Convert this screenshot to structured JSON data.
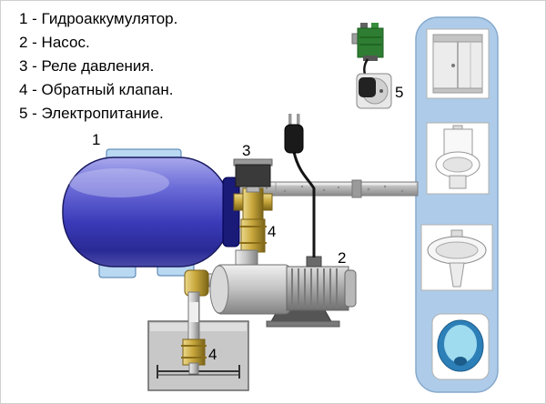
{
  "legend": {
    "items": [
      "1 - Гидроаккумулятор.",
      "2 - Насос.",
      "3 - Реле давления.",
      "4 - Обратный клапан.",
      "5 - Электропитание."
    ]
  },
  "diagram_labels": {
    "tank": "1",
    "pump": "2",
    "pressure_relay": "3",
    "check_valve_upper": "4",
    "check_valve_lower": "4",
    "power_supply": "5"
  },
  "icons": {
    "fixtures": [
      "shower-cabin-icon",
      "toilet-icon",
      "washbasin-icon",
      "jacuzzi-icon"
    ],
    "power": [
      "circuit-breaker-icon",
      "socket-with-plug-icon",
      "power-plug-icon"
    ]
  },
  "colors": {
    "tank_blue": "#3b3bb4",
    "bracket_blue": "#b9d8f2",
    "panel_blue": "#aecce9",
    "brass": "#c9a83d",
    "pipe_gray": "#b5b5b5",
    "pump_silver": "#c0c0c0",
    "breaker_green": "#2e7d32",
    "background": "#ffffff"
  }
}
